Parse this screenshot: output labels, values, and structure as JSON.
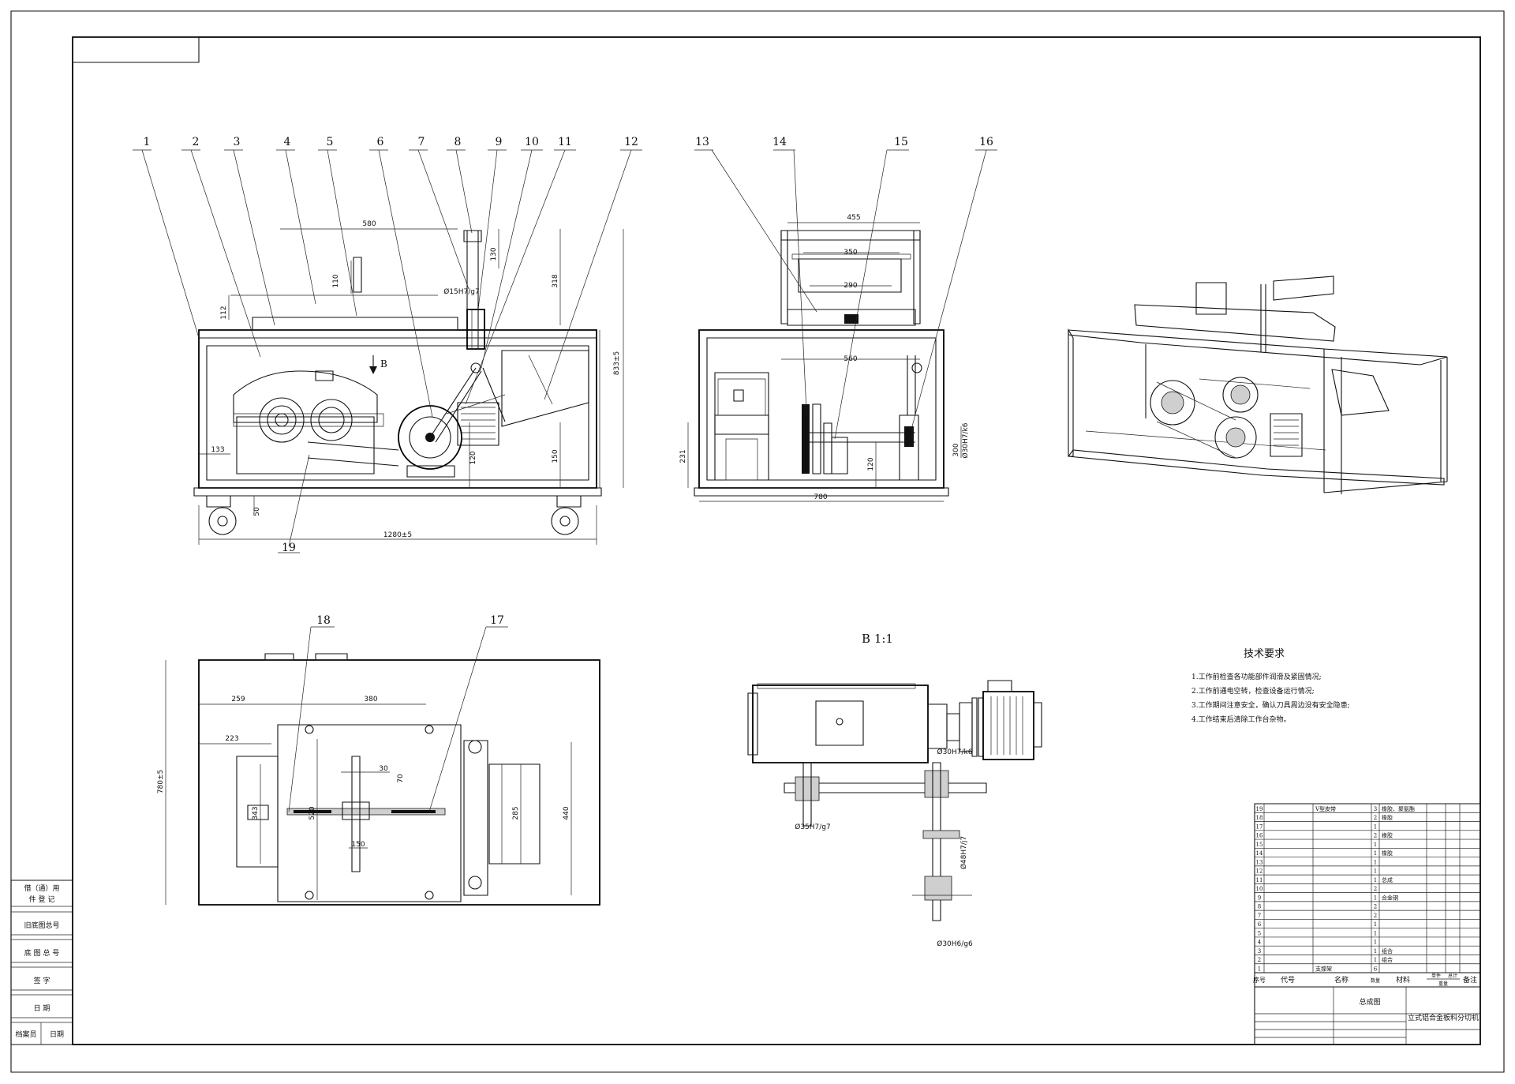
{
  "drawing": {
    "balloons": [
      "1",
      "2",
      "3",
      "4",
      "5",
      "6",
      "7",
      "8",
      "9",
      "10",
      "11",
      "12",
      "13",
      "14",
      "15",
      "16",
      "17",
      "18",
      "19"
    ],
    "dimensions": {
      "front": [
        "580",
        "110",
        "112",
        "130",
        "318",
        "Ø15H7/g7",
        "833±5",
        "133",
        "120",
        "150",
        "50",
        "1280±5"
      ],
      "side": [
        "455",
        "350",
        "290",
        "560",
        "231",
        "120",
        "300",
        "Ø30H7/k6",
        "780"
      ],
      "plan": [
        "259",
        "380",
        "223",
        "30",
        "70",
        "343",
        "520",
        "285",
        "440",
        "780±5",
        "150"
      ],
      "detail": [
        "Ø30H7/k6",
        "Ø35H7/g7",
        "Ø48H7/j7",
        "Ø30H6/g6"
      ]
    },
    "view_label_b": "B",
    "detail_title": "B 1:1"
  },
  "tech": {
    "title": "技术要求",
    "items": [
      "1.工作前检查各功能部件润滑及紧固情况;",
      "2.工作前通电空转，检查设备运行情况;",
      "3.工作期间注意安全，确认刀具周边没有安全隐患;",
      "4.工作结束后清除工作台杂物。"
    ]
  },
  "side_stamp": [
    "借（通）用",
    "件 登 记",
    "旧底图总号",
    "底 图 总 号",
    "签  字",
    "日  期",
    "档案员",
    "日期"
  ],
  "bom": {
    "rows": [
      {
        "no": "19",
        "name": "V型皮带",
        "qty": "3",
        "mat": "橡胶、聚氨酯"
      },
      {
        "no": "18",
        "name": "",
        "qty": "2",
        "mat": "橡胶"
      },
      {
        "no": "17",
        "name": "",
        "qty": "1",
        "mat": "",
        "note": ""
      },
      {
        "no": "16",
        "name": "",
        "qty": "2",
        "mat": "橡胶"
      },
      {
        "no": "15",
        "name": "",
        "qty": "1",
        "mat": ""
      },
      {
        "no": "14",
        "name": "",
        "qty": "1",
        "mat": "橡胶"
      },
      {
        "no": "13",
        "name": "",
        "qty": "1",
        "mat": ""
      },
      {
        "no": "12",
        "name": "",
        "qty": "1",
        "mat": ""
      },
      {
        "no": "11",
        "name": "",
        "qty": "1",
        "mat": "总成"
      },
      {
        "no": "10",
        "name": "",
        "qty": "2",
        "mat": ""
      },
      {
        "no": "9",
        "name": "",
        "qty": "1",
        "mat": "合金钢"
      },
      {
        "no": "8",
        "name": "",
        "qty": "2",
        "mat": ""
      },
      {
        "no": "7",
        "name": "",
        "qty": "2",
        "mat": ""
      },
      {
        "no": "6",
        "name": "",
        "qty": "1",
        "mat": ""
      },
      {
        "no": "5",
        "name": "",
        "qty": "1",
        "mat": ""
      },
      {
        "no": "4",
        "name": "",
        "qty": "1",
        "mat": ""
      },
      {
        "no": "3",
        "name": "",
        "qty": "1",
        "mat": "组合"
      },
      {
        "no": "2",
        "name": "",
        "qty": "1",
        "mat": "组合"
      },
      {
        "no": "1",
        "name": "支撑架",
        "qty": "6",
        "mat": ""
      }
    ],
    "headers": {
      "seq": "序号",
      "code": "代号",
      "name": "名称",
      "qty": "数量",
      "mat": "材料",
      "single": "单件",
      "total": "总计",
      "weight": "重量",
      "note": "备注"
    }
  },
  "title_block": {
    "drawing_name": "总成图",
    "machine_name": "立式铝合金板料分切机"
  }
}
